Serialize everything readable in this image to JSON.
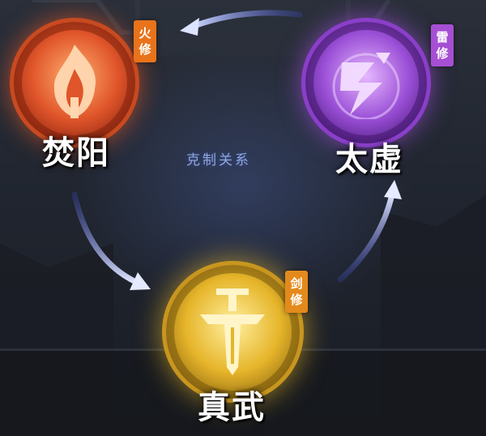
{
  "center_label": "克制关系",
  "factions": [
    {
      "name": "焚阳",
      "badge": [
        "火",
        "修"
      ],
      "emblem": "flame-icon",
      "color": "#e0552a",
      "badge_color": "#e8731a"
    },
    {
      "name": "太虚",
      "badge": [
        "雷",
        "修"
      ],
      "emblem": "lightning-icon",
      "color": "#9a4fd6",
      "badge_color": "#a64fd4"
    },
    {
      "name": "真武",
      "badge": [
        "剑",
        "修"
      ],
      "emblem": "sword-icon",
      "color": "#e6b52a",
      "badge_color": "#e48a1c"
    }
  ],
  "relations": [
    {
      "from": "太虚",
      "to": "焚阳"
    },
    {
      "from": "焚阳",
      "to": "真武"
    },
    {
      "from": "真武",
      "to": "太虚"
    }
  ]
}
